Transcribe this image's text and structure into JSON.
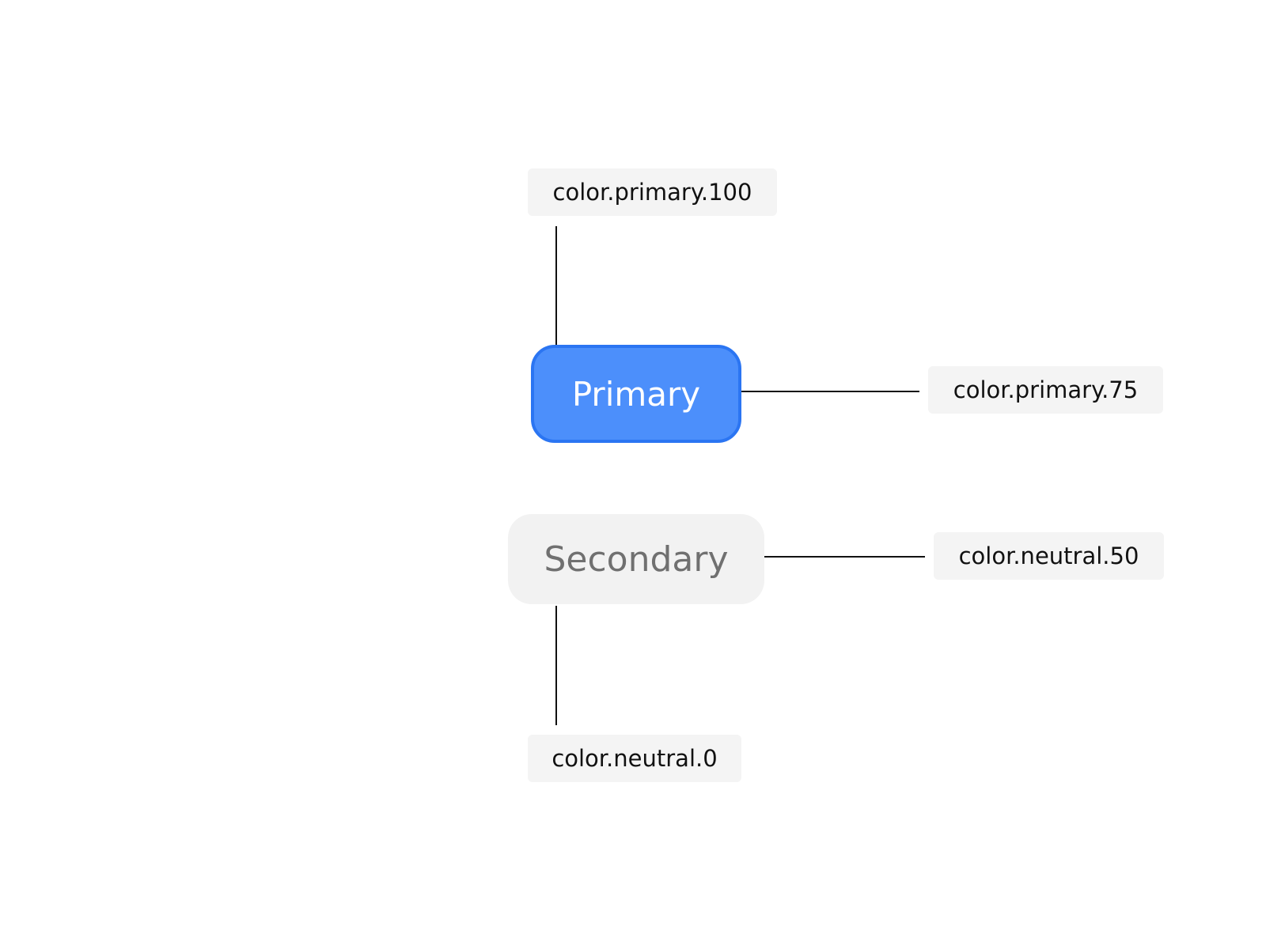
{
  "diagram": {
    "colors": {
      "primary_fill": "#4c8ffb",
      "primary_border": "#2b75f2",
      "secondary_fill": "#f2f2f2",
      "secondary_text": "#707070"
    },
    "primary_button": {
      "label": "Primary"
    },
    "secondary_button": {
      "label": "Secondary"
    },
    "tokens": {
      "primary_top": "color.primary.100",
      "primary_right": "color.primary.75",
      "secondary_right": "color.neutral.50",
      "secondary_bottom": "color.neutral.0"
    }
  }
}
